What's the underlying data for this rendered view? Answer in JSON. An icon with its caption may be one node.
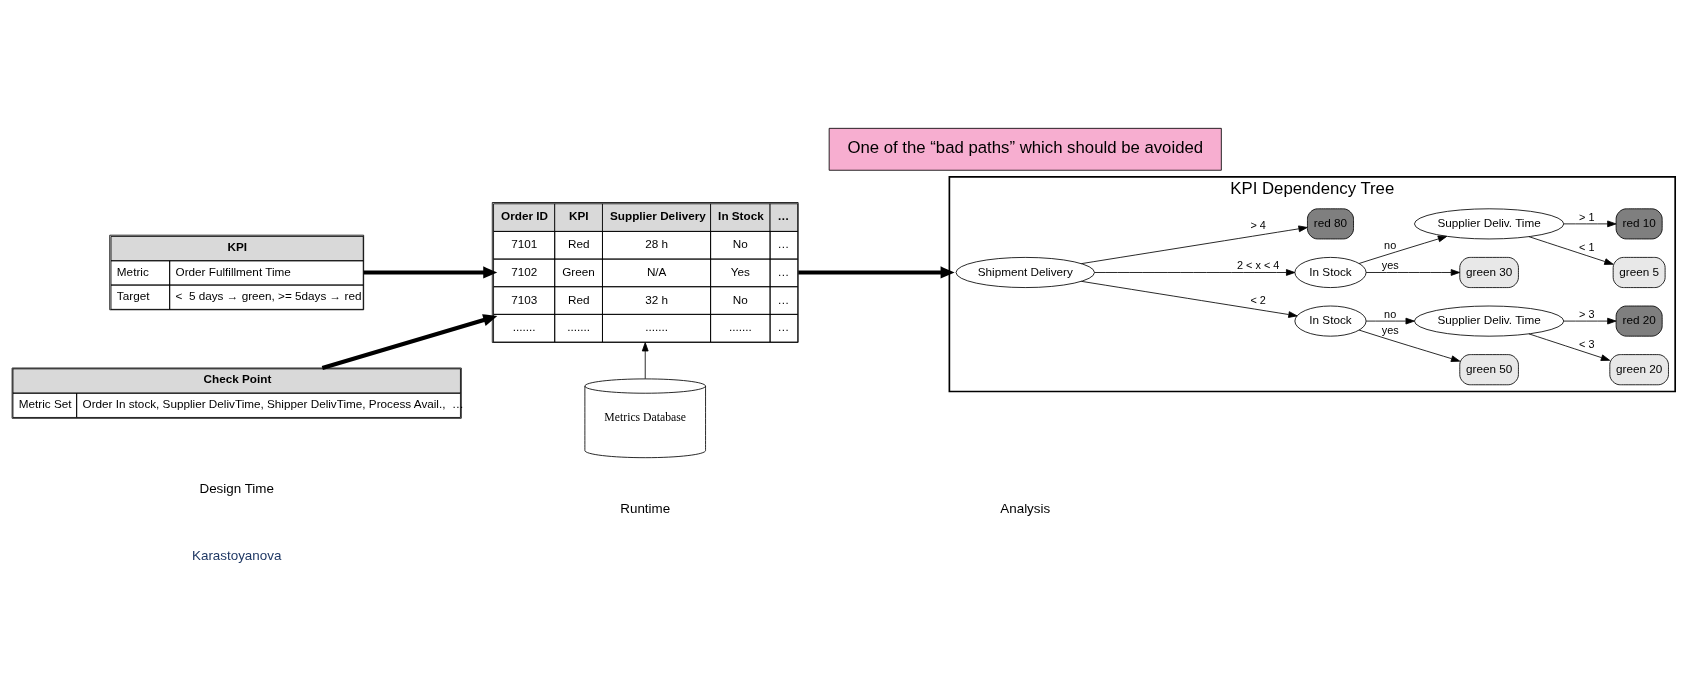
{
  "diagram": {
    "nodes": [
      {
        "text": [
          "KPI",
          "Metric",
          "Order Fulfillment Time",
          "Target",
          "<  5 days → green, >= 5days → red"
        ]
      },
      {
        "text": [
          "Check Point",
          "Metric Set",
          "Order In stock, Supplier DelivTime, Shipper DelivTime, Process Avail.,  …"
        ]
      },
      {
        "text": [
          "Order ID",
          "KPI",
          "Supplier Delivery",
          "In Stock",
          "…",
          "7101",
          "Red",
          "28 h",
          "No",
          "…",
          "7102",
          "Green",
          "N/A",
          "Yes",
          "…",
          "7103",
          "Red",
          "32 h",
          "No",
          "…",
          ".......",
          ".......",
          ".......",
          ".......",
          "…"
        ]
      },
      {
        "text": [
          "Metrics Database"
        ]
      },
      {
        "text": [
          "KPI Dependency Tree"
        ]
      },
      {
        "text": [
          "Shipment Delivery"
        ],
        "in": 4
      },
      {
        "text": [
          "In Stock"
        ],
        "in": 4
      },
      {
        "text": [
          "In Stock"
        ],
        "in": 4
      },
      {
        "text": [
          "red 80"
        ],
        "in": 4
      },
      {
        "text": [
          "green 50"
        ],
        "in": 4
      },
      {
        "text": [
          "Supplier Deliv. Time"
        ],
        "in": 4
      },
      {
        "text": [
          "green 30"
        ],
        "in": 4
      },
      {
        "text": [
          "Supplier Deliv. Time"
        ],
        "in": 4
      },
      {
        "text": [
          "green 20"
        ],
        "in": 4
      },
      {
        "text": [
          "red 20"
        ],
        "in": 4
      },
      {
        "text": [
          "green 5"
        ],
        "in": 4
      },
      {
        "text": [
          "red 10"
        ],
        "in": 4
      },
      {
        "text": [
          "One of the “bad paths” which should be avoided"
        ]
      }
    ],
    "edges": [
      {
        "from": 0,
        "to": 2,
        "arrow": "to",
        "style": "thick"
      },
      {
        "from": 1,
        "to": 2,
        "arrow": "to",
        "style": "thick"
      },
      {
        "from": 3,
        "to": 2,
        "arrow": "to"
      },
      {
        "from": 2,
        "to": 4,
        "arrow": "to",
        "style": "thick"
      },
      {
        "from": 5,
        "to": 6,
        "arrow": "to",
        "label": "< 2"
      },
      {
        "from": 5,
        "to": 7,
        "arrow": "to",
        "label": "2 < x < 4"
      },
      {
        "from": 5,
        "to": 8,
        "arrow": "to",
        "label": "> 4"
      },
      {
        "from": 6,
        "to": 9,
        "arrow": "to",
        "label": "yes"
      },
      {
        "from": 6,
        "to": 10,
        "arrow": "to",
        "label": "no"
      },
      {
        "from": 7,
        "to": 11,
        "arrow": "to",
        "label": "yes"
      },
      {
        "from": 7,
        "to": 12,
        "arrow": "to",
        "label": "no"
      },
      {
        "from": 10,
        "to": 13,
        "arrow": "to",
        "label": "< 3"
      },
      {
        "from": 10,
        "to": 14,
        "arrow": "to",
        "label": "> 3"
      },
      {
        "from": 12,
        "to": 15,
        "arrow": "to",
        "label": "< 1"
      },
      {
        "from": 12,
        "to": 16,
        "arrow": "to",
        "label": "> 1"
      }
    ],
    "labels": [
      "Design Time",
      "Runtime",
      "Analysis",
      "Karastoyanova"
    ]
  }
}
